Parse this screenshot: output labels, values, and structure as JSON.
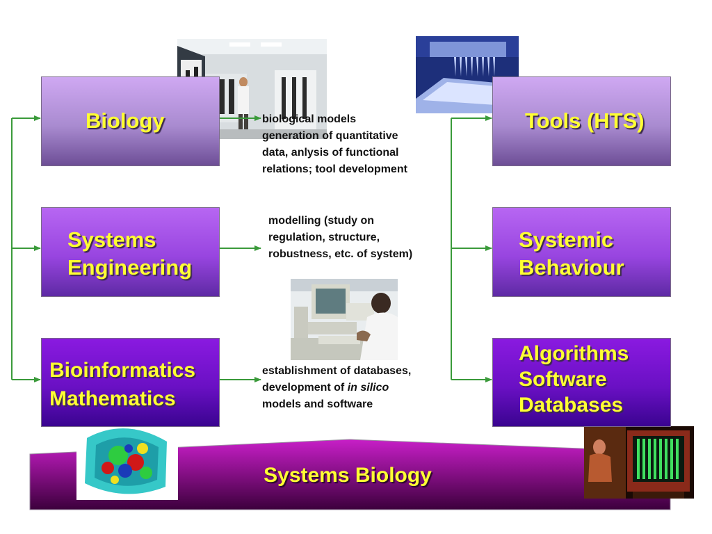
{
  "boxes": {
    "biology": {
      "label": "Biology"
    },
    "tools": {
      "label": "Tools (HTS)"
    },
    "systems_engineering": {
      "line1": "Systems",
      "line2": "Engineering"
    },
    "systemic_behaviour": {
      "line1": "Systemic",
      "line2": "Behaviour"
    },
    "bioinformatics": {
      "line1": "Bioinformatics",
      "line2": "Mathematics"
    },
    "algorithms": {
      "line1": "Algorithms",
      "line2": "Software",
      "line3": "Databases"
    }
  },
  "descriptions": {
    "biology": [
      "biological models",
      "generation of quantitative",
      "data, anlysis of functional",
      "relations; tool development"
    ],
    "engineering": [
      "modelling (study on",
      "regulation, structure,",
      "robustness, etc. of system)"
    ],
    "bioinformatics": {
      "line1": "establishment of databases,",
      "line2_prefix": "development of ",
      "line2_italic": "in silico",
      "line3": "models and software"
    }
  },
  "banner": {
    "label": "Systems Biology"
  },
  "colors": {
    "arrow": "#3a9a3a",
    "label_text": "#ffff33",
    "banner_top": "#c020c0",
    "banner_bottom": "#400040"
  }
}
